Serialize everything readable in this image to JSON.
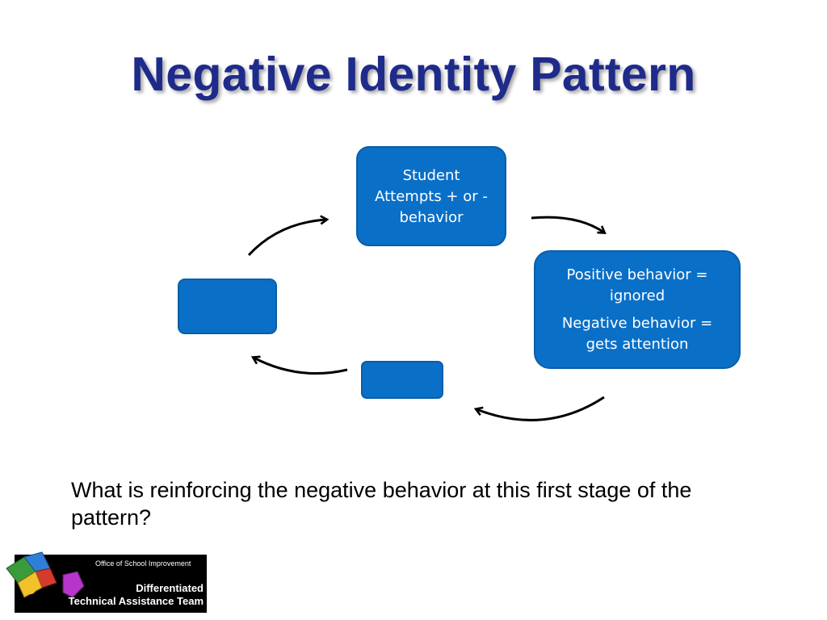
{
  "title": "Negative Identity Pattern",
  "nodes": {
    "student": {
      "lines": [
        "Student",
        "Attempts + or -",
        "behavior"
      ]
    },
    "response": {
      "group1": [
        "Positive behavior =",
        "ignored"
      ],
      "group2": [
        "Negative behavior =",
        "gets attention"
      ]
    },
    "bottom": {
      "text": ""
    },
    "left": {
      "text": ""
    }
  },
  "question": "What is reinforcing the negative behavior at this first stage of the pattern?",
  "logo": {
    "office": "Office of School Improvement",
    "line1": "Differentiated",
    "line2": "Technical Assistance Team"
  },
  "colors": {
    "title": "#1f2b8a",
    "node_fill": "#0a6fc7",
    "arrow": "#000000"
  },
  "icons": {
    "logo_graphic": "puzzle-pieces-icon",
    "cycle_arrows": "curved-arrow-icon"
  }
}
